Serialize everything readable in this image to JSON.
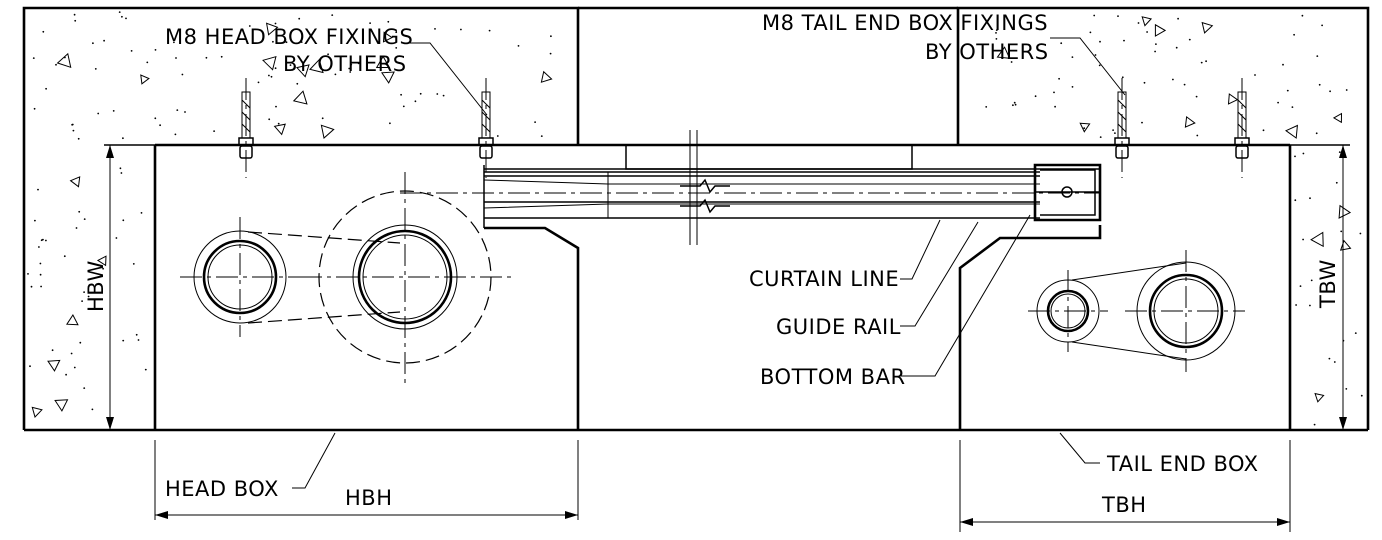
{
  "labels": {
    "head_box_fixings_line1": "M8 HEAD BOX FIXINGS",
    "head_box_fixings_line2": "BY OTHERS",
    "tail_box_fixings_line1": "M8 TAIL END BOX FIXINGS",
    "tail_box_fixings_line2": "BY OTHERS",
    "curtain_line": "CURTAIN LINE",
    "guide_rail": "GUIDE RAIL",
    "bottom_bar": "BOTTOM BAR",
    "head_box": "HEAD BOX",
    "tail_end_box": "TAIL END BOX",
    "hbh": "HBH",
    "tbh": "TBH",
    "hbw": "HBW",
    "tbw": "TBW"
  },
  "colors": {
    "line": "#000000",
    "background": "#ffffff"
  }
}
